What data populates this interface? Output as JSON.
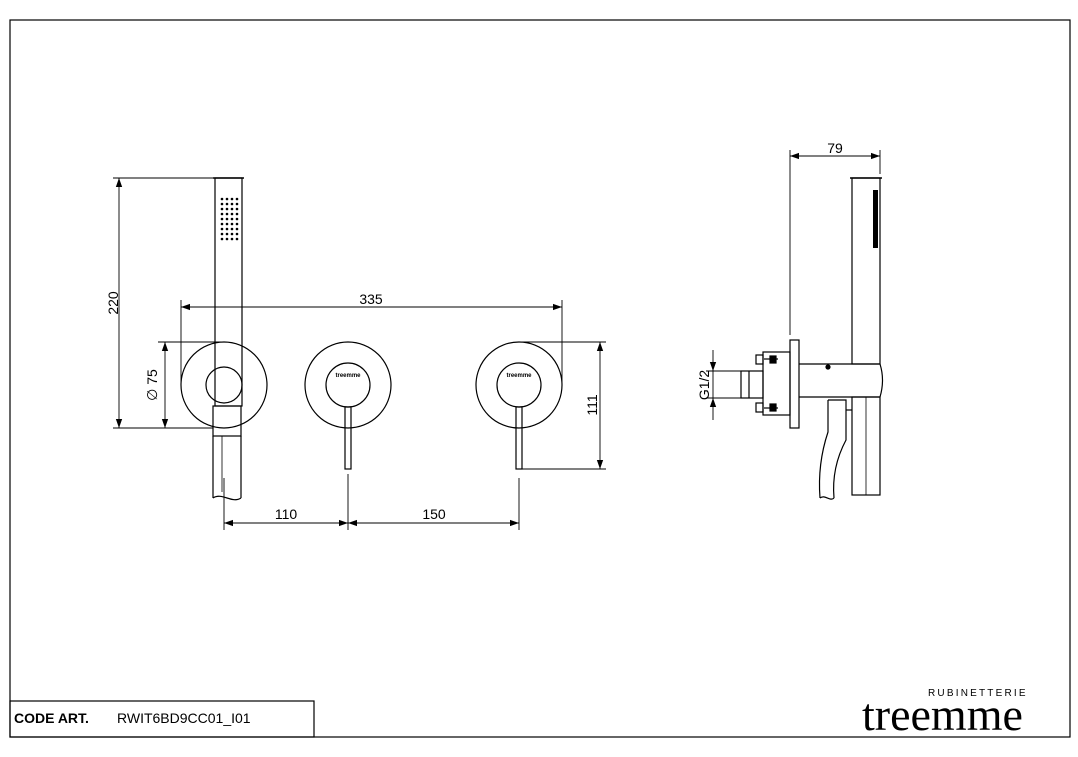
{
  "drawing": {
    "front_view": {
      "dimensions": {
        "total_height": "220",
        "rosette_diameter": "∅ 75",
        "total_width": "335",
        "rosette_to_lever_height": "111",
        "spacing_left": "110",
        "spacing_right": "150"
      },
      "logo_text": "treemme"
    },
    "side_view": {
      "dimensions": {
        "projection": "79",
        "thread": "G1/2"
      }
    }
  },
  "title_block": {
    "code_label": "CODE ART.",
    "code_value": "RWIT6BD9CC01_I01"
  },
  "brand": {
    "subtitle": "RUBINETTERIE",
    "name": "treemme"
  }
}
